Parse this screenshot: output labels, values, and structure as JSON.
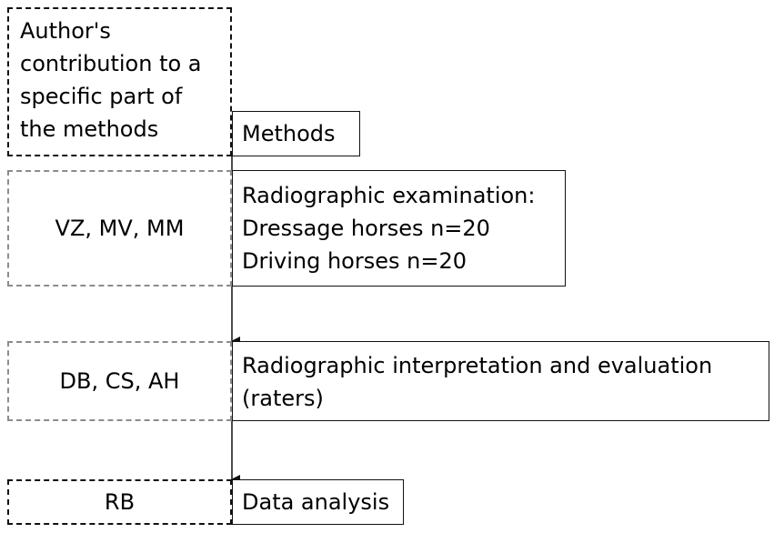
{
  "author_header": {
    "lines": [
      "Author's",
      "contribution to a",
      "specific part of",
      "the methods"
    ]
  },
  "methods_header": {
    "label": "Methods"
  },
  "rows": [
    {
      "authors": "VZ, MV, MM",
      "lines": [
        "Radiographic examination:",
        "Dressage horses n=20",
        "Driving horses n=20"
      ]
    },
    {
      "authors": "DB, CS, AH",
      "lines": [
        "Radiographic interpretation and evaluation",
        "(raters)"
      ]
    },
    {
      "authors": "RB",
      "lines": [
        "Data analysis"
      ]
    }
  ]
}
